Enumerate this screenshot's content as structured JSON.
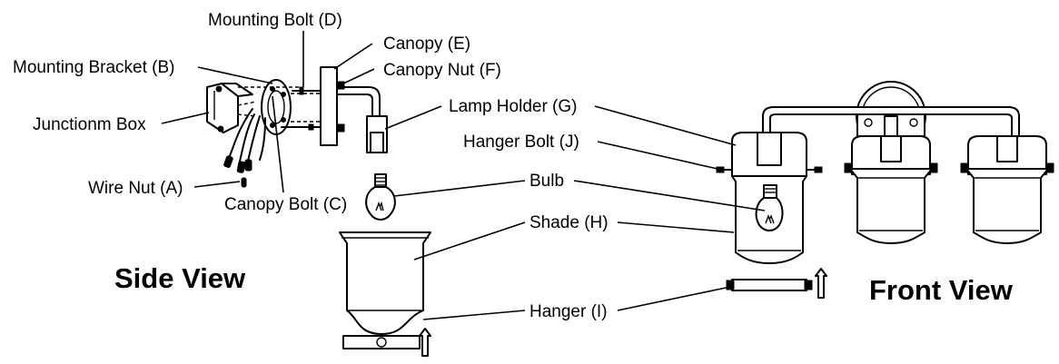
{
  "labels": {
    "mounting_bolt": "Mounting Bolt (D)",
    "canopy": "Canopy (E)",
    "mounting_bracket": "Mounting Bracket (B)",
    "canopy_nut": "Canopy Nut (F)",
    "junction_box": "Junctionm Box",
    "lamp_holder": "Lamp Holder (G)",
    "hanger_bolt": "Hanger Bolt (J)",
    "wire_nut": "Wire Nut (A)",
    "bulb": "Bulb",
    "canopy_bolt": "Canopy Bolt (C)",
    "shade": "Shade (H)",
    "hanger": "Hanger (I)"
  },
  "titles": {
    "side_view": "Side View",
    "front_view": "Front View"
  }
}
